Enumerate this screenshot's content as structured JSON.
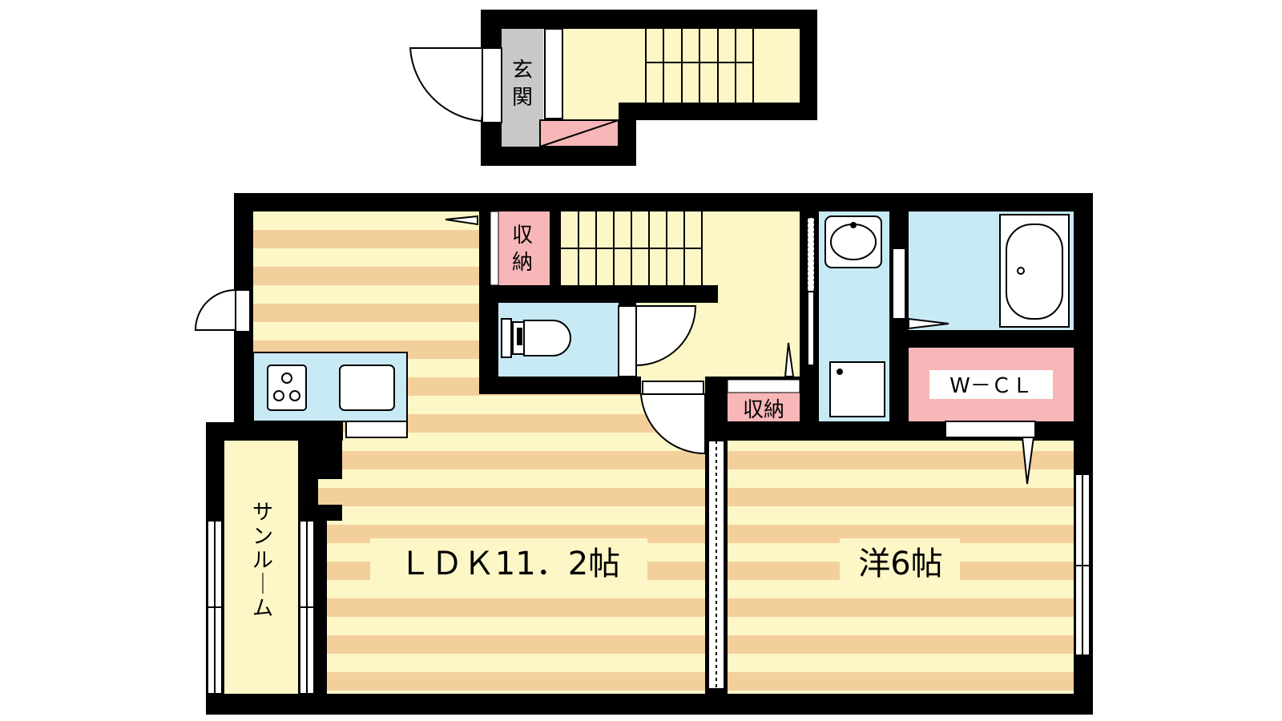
{
  "rooms": {
    "entrance": "玄関",
    "storage_top": "収納",
    "storage_mid": "収納",
    "walk_in_closet": "W－ＣＬ",
    "sunroom": "サンルーム",
    "ldk": "ＬＤＫ11．2帖",
    "western_room": "洋6帖"
  },
  "colors": {
    "wall": "#000000",
    "floor_yellow": "#fdf7c7",
    "wood_stripe": "#f3cf9c",
    "water_blue": "#c8eaf5",
    "storage_pink": "#f7b6b8",
    "entrance_gray": "#c8c8c8"
  },
  "fixtures": [
    "stove-icon",
    "sink-icon",
    "toilet-icon",
    "washbasin-icon",
    "bathtub-icon",
    "washer-pan-icon",
    "stairs"
  ]
}
